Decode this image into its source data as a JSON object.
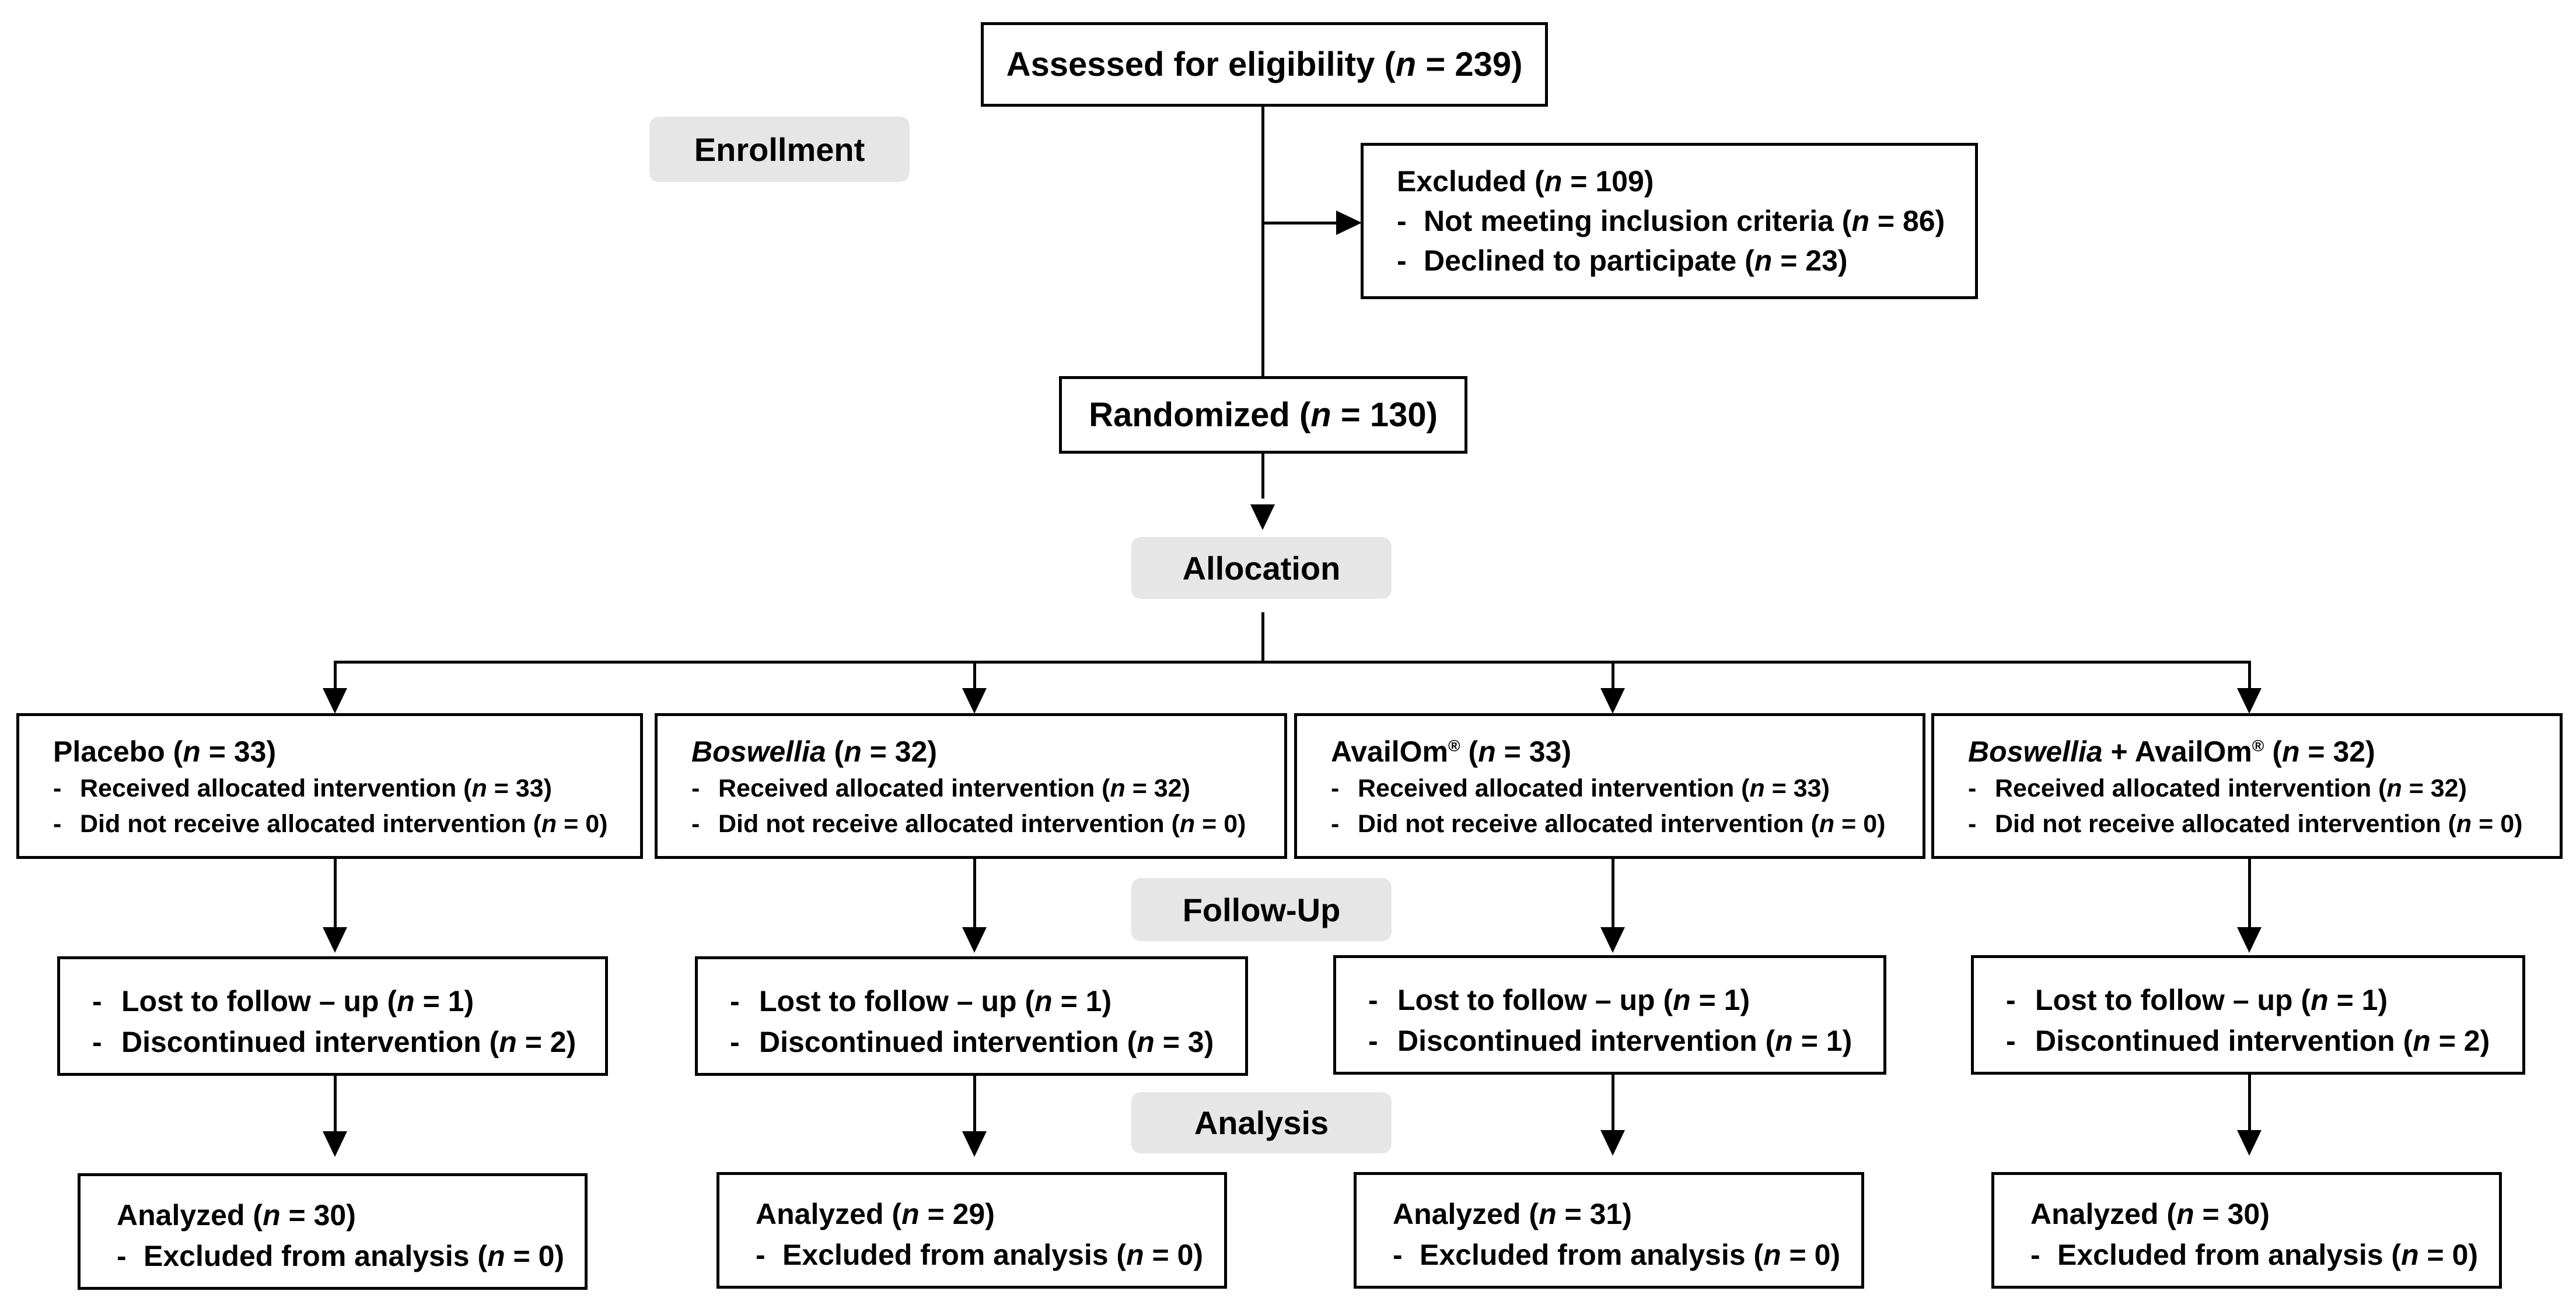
{
  "enrollment": {
    "stage_label": "Enrollment",
    "assessed": {
      "prefix": "Assessed for eligibility (",
      "n": "n",
      "suffix": " = 239)"
    },
    "excluded": {
      "title": {
        "prefix": "Excluded (",
        "n": "n",
        "suffix": " = 109)"
      },
      "items": [
        {
          "dash": "-",
          "prefix": "Not meeting inclusion criteria (",
          "n": "n",
          "suffix": " = 86)"
        },
        {
          "dash": "-",
          "prefix": "Declined to participate (",
          "n": "n",
          "suffix": " = 23)"
        }
      ]
    },
    "randomized": {
      "prefix": "Randomized (",
      "n": "n",
      "suffix": " = 130)"
    }
  },
  "allocation": {
    "stage_label": "Allocation",
    "groups": [
      {
        "name_italic": "",
        "name": "Placebo",
        "sup": "",
        "title_suffix": " (",
        "n": "n",
        "count": " = 33)",
        "items": [
          {
            "dash": "-",
            "prefix": "Received allocated intervention (",
            "n": "n",
            "suffix": " = 33)"
          },
          {
            "dash": "-",
            "prefix": "Did not receive allocated intervention (",
            "n": "n",
            "suffix": " = 0)"
          }
        ]
      },
      {
        "name_italic": "Boswellia",
        "name": "",
        "sup": "",
        "title_suffix": " (",
        "n": "n",
        "count": " = 32)",
        "items": [
          {
            "dash": "-",
            "prefix": "Received allocated intervention (",
            "n": "n",
            "suffix": " = 32)"
          },
          {
            "dash": "-",
            "prefix": "Did not receive allocated intervention (",
            "n": "n",
            "suffix": " = 0)"
          }
        ]
      },
      {
        "name_italic": "",
        "name": "AvailOm",
        "sup": "®",
        "title_suffix": " (",
        "n": "n",
        "count": " = 33)",
        "items": [
          {
            "dash": "-",
            "prefix": "Received allocated intervention (",
            "n": "n",
            "suffix": " = 33)"
          },
          {
            "dash": "-",
            "prefix": "Did not receive allocated intervention (",
            "n": "n",
            "suffix": " = 0)"
          }
        ]
      },
      {
        "name_italic": "Boswellia",
        "name": " + AvailOm",
        "sup": "®",
        "title_suffix": " (",
        "n": "n",
        "count": " = 32)",
        "items": [
          {
            "dash": "-",
            "prefix": "Received allocated intervention (",
            "n": "n",
            "suffix": " = 32)"
          },
          {
            "dash": "-",
            "prefix": "Did not receive allocated intervention (",
            "n": "n",
            "suffix": " = 0)"
          }
        ]
      }
    ]
  },
  "followup": {
    "stage_label": "Follow-Up",
    "groups": [
      {
        "items": [
          {
            "dash": "-",
            "prefix": "Lost to follow – up (",
            "n": "n",
            "suffix": " = 1)"
          },
          {
            "dash": "-",
            "prefix": "Discontinued intervention (",
            "n": "n",
            "suffix": " = 2)"
          }
        ]
      },
      {
        "items": [
          {
            "dash": "-",
            "prefix": "Lost to follow – up (",
            "n": "n",
            "suffix": " = 1)"
          },
          {
            "dash": "-",
            "prefix": "Discontinued intervention (",
            "n": "n",
            "suffix": " = 3)"
          }
        ]
      },
      {
        "items": [
          {
            "dash": "-",
            "prefix": "Lost to follow – up (",
            "n": "n",
            "suffix": " = 1)"
          },
          {
            "dash": "-",
            "prefix": "Discontinued intervention (",
            "n": "n",
            "suffix": " = 1)"
          }
        ]
      },
      {
        "items": [
          {
            "dash": "-",
            "prefix": "Lost to follow – up (",
            "n": "n",
            "suffix": " = 1)"
          },
          {
            "dash": "-",
            "prefix": "Discontinued intervention (",
            "n": "n",
            "suffix": " = 2)"
          }
        ]
      }
    ]
  },
  "analysis": {
    "stage_label": "Analysis",
    "groups": [
      {
        "title": {
          "prefix": "Analyzed (",
          "n": "n",
          "suffix": " = 30)"
        },
        "items": [
          {
            "dash": "-",
            "prefix": "Excluded from analysis (",
            "n": "n",
            "suffix": " = 0)"
          }
        ]
      },
      {
        "title": {
          "prefix": "Analyzed (",
          "n": "n",
          "suffix": " = 29)"
        },
        "items": [
          {
            "dash": "-",
            "prefix": "Excluded from analysis (",
            "n": "n",
            "suffix": " = 0)"
          }
        ]
      },
      {
        "title": {
          "prefix": "Analyzed (",
          "n": "n",
          "suffix": " = 31)"
        },
        "items": [
          {
            "dash": "-",
            "prefix": "Excluded from analysis (",
            "n": "n",
            "suffix": " = 0)"
          }
        ]
      },
      {
        "title": {
          "prefix": "Analyzed (",
          "n": "n",
          "suffix": " = 30)"
        },
        "items": [
          {
            "dash": "-",
            "prefix": "Excluded from analysis (",
            "n": "n",
            "suffix": " = 0)"
          }
        ]
      }
    ]
  }
}
